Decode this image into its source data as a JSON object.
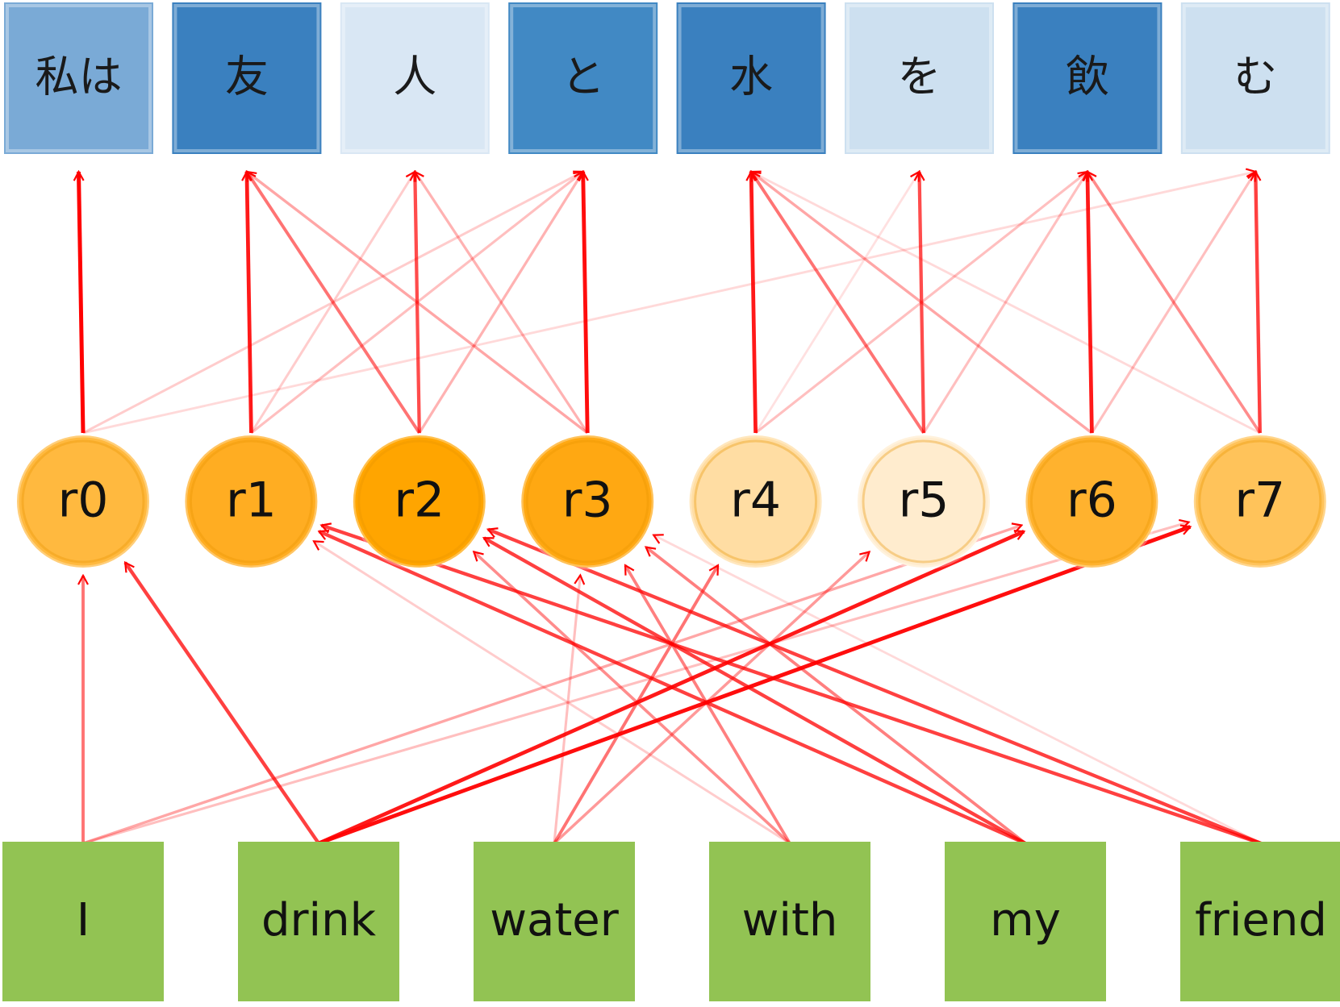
{
  "target_tokens": [
    {
      "label": "私は",
      "shade": "#7aaad6"
    },
    {
      "label": "友",
      "shade": "#3a80bf"
    },
    {
      "label": "人",
      "shade": "#d9e7f4"
    },
    {
      "label": "と",
      "shade": "#4189c4"
    },
    {
      "label": "水",
      "shade": "#3a80bf"
    },
    {
      "label": "を",
      "shade": "#cde0f0"
    },
    {
      "label": "飲",
      "shade": "#3a80bf"
    },
    {
      "label": "む",
      "shade": "#cde0f0"
    }
  ],
  "nodes": [
    {
      "label": "r0",
      "shade": "#ffb93f"
    },
    {
      "label": "r1",
      "shade": "#ffad22"
    },
    {
      "label": "r2",
      "shade": "#ffa500"
    },
    {
      "label": "r3",
      "shade": "#ffa812"
    },
    {
      "label": "r4",
      "shade": "#ffdda3"
    },
    {
      "label": "r5",
      "shade": "#ffecce"
    },
    {
      "label": "r6",
      "shade": "#ffb22e"
    },
    {
      "label": "r7",
      "shade": "#ffc35a"
    }
  ],
  "source_tokens": [
    {
      "label": "I"
    },
    {
      "label": "drink"
    },
    {
      "label": "water"
    },
    {
      "label": "with"
    },
    {
      "label": "my"
    },
    {
      "label": "friend"
    }
  ],
  "source_to_node_links": [
    {
      "from": 0,
      "to": 0,
      "strength": 0.55
    },
    {
      "from": 1,
      "to": 0,
      "strength": 0.75
    },
    {
      "from": 0,
      "to": 6,
      "strength": 0.35
    },
    {
      "from": 0,
      "to": 7,
      "strength": 0.25
    },
    {
      "from": 1,
      "to": 6,
      "strength": 0.9
    },
    {
      "from": 1,
      "to": 7,
      "strength": 0.95
    },
    {
      "from": 2,
      "to": 3,
      "strength": 0.25
    },
    {
      "from": 2,
      "to": 4,
      "strength": 0.55
    },
    {
      "from": 2,
      "to": 5,
      "strength": 0.4
    },
    {
      "from": 3,
      "to": 1,
      "strength": 0.2
    },
    {
      "from": 3,
      "to": 2,
      "strength": 0.45
    },
    {
      "from": 3,
      "to": 3,
      "strength": 0.5
    },
    {
      "from": 4,
      "to": 1,
      "strength": 0.75
    },
    {
      "from": 4,
      "to": 2,
      "strength": 0.75
    },
    {
      "from": 4,
      "to": 3,
      "strength": 0.5
    },
    {
      "from": 5,
      "to": 1,
      "strength": 0.75
    },
    {
      "from": 5,
      "to": 2,
      "strength": 0.75
    },
    {
      "from": 5,
      "to": 3,
      "strength": 0.15
    }
  ],
  "node_to_target_links": [
    {
      "from": 0,
      "to": 0,
      "strength": 1.0
    },
    {
      "from": 0,
      "to": 3,
      "strength": 0.2
    },
    {
      "from": 0,
      "to": 7,
      "strength": 0.15
    },
    {
      "from": 1,
      "to": 1,
      "strength": 0.9
    },
    {
      "from": 1,
      "to": 2,
      "strength": 0.2
    },
    {
      "from": 1,
      "to": 3,
      "strength": 0.25
    },
    {
      "from": 2,
      "to": 1,
      "strength": 0.55
    },
    {
      "from": 2,
      "to": 2,
      "strength": 0.7
    },
    {
      "from": 2,
      "to": 3,
      "strength": 0.3
    },
    {
      "from": 3,
      "to": 1,
      "strength": 0.35
    },
    {
      "from": 3,
      "to": 2,
      "strength": 0.3
    },
    {
      "from": 3,
      "to": 3,
      "strength": 0.95
    },
    {
      "from": 4,
      "to": 4,
      "strength": 0.9
    },
    {
      "from": 4,
      "to": 5,
      "strength": 0.12
    },
    {
      "from": 4,
      "to": 6,
      "strength": 0.25
    },
    {
      "from": 5,
      "to": 4,
      "strength": 0.55
    },
    {
      "from": 5,
      "to": 5,
      "strength": 0.7
    },
    {
      "from": 5,
      "to": 6,
      "strength": 0.25
    },
    {
      "from": 6,
      "to": 4,
      "strength": 0.35
    },
    {
      "from": 6,
      "to": 6,
      "strength": 0.9
    },
    {
      "from": 6,
      "to": 7,
      "strength": 0.25
    },
    {
      "from": 7,
      "to": 4,
      "strength": 0.15
    },
    {
      "from": 7,
      "to": 6,
      "strength": 0.45
    },
    {
      "from": 7,
      "to": 7,
      "strength": 0.75
    }
  ]
}
